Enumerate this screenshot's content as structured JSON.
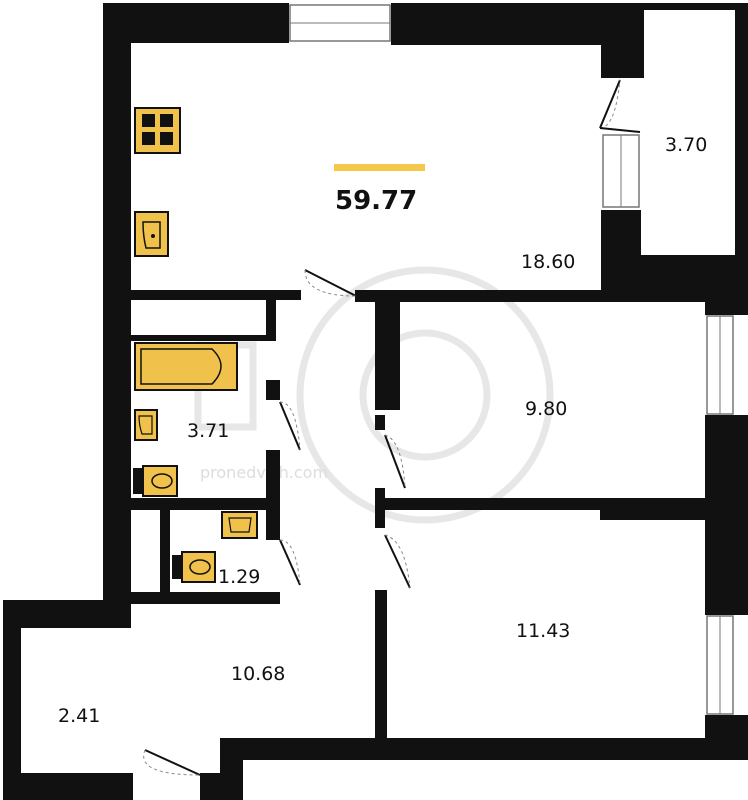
{
  "floor_plan": {
    "total_area": "59.77",
    "rooms": [
      {
        "key": "kitchen_living",
        "area": "18.60"
      },
      {
        "key": "balcony",
        "area": "3.70"
      },
      {
        "key": "bedroom_1",
        "area": "9.80"
      },
      {
        "key": "bathroom",
        "area": "3.71"
      },
      {
        "key": "toilet",
        "area": "1.29"
      },
      {
        "key": "corridor",
        "area": "10.68"
      },
      {
        "key": "hall",
        "area": "2.41"
      },
      {
        "key": "bedroom_2",
        "area": "11.43"
      }
    ],
    "watermark": "pronedvizh.com",
    "colors": {
      "walls": "#111111",
      "fixtures": "#f0c24b",
      "accent_bar": "#f5c84c"
    }
  }
}
